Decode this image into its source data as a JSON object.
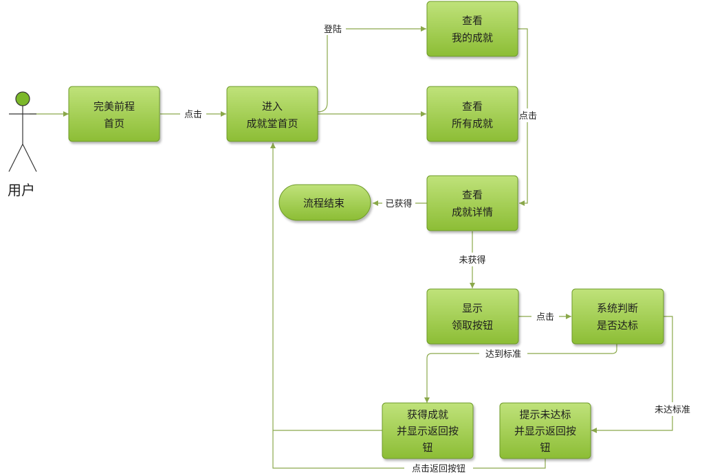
{
  "actor": {
    "label": "用户"
  },
  "nodes": {
    "home": [
      "完美前程",
      "首页"
    ],
    "hall": [
      "进入",
      "成就堂首页"
    ],
    "my": [
      "查看",
      "我的成就"
    ],
    "all": [
      "查看",
      "所有成就"
    ],
    "detail": [
      "查看",
      "成就详情"
    ],
    "end": [
      "流程结束"
    ],
    "show": [
      "显示",
      "领取按钮"
    ],
    "judge": [
      "系统判断",
      "是否达标"
    ],
    "get": [
      "获得成就",
      "并显示返回按",
      "钮"
    ],
    "tip": [
      "提示未达标",
      "并显示返回按",
      "钮"
    ]
  },
  "edges": {
    "home_hall": "点击",
    "login": "登陆",
    "view_detail": "点击",
    "obtained": "已获得",
    "not_obtained": "未获得",
    "show_judge": "点击",
    "reached": "达到标准",
    "not_reached": "未达标准",
    "back": "点击返回按钮"
  },
  "colors": {
    "node_fill_top": "#b4dc64",
    "node_fill_bottom": "#86b82e",
    "node_stroke": "#6e9a2a",
    "edge": "#8aa84a",
    "actor_head": "#7cb82a"
  }
}
